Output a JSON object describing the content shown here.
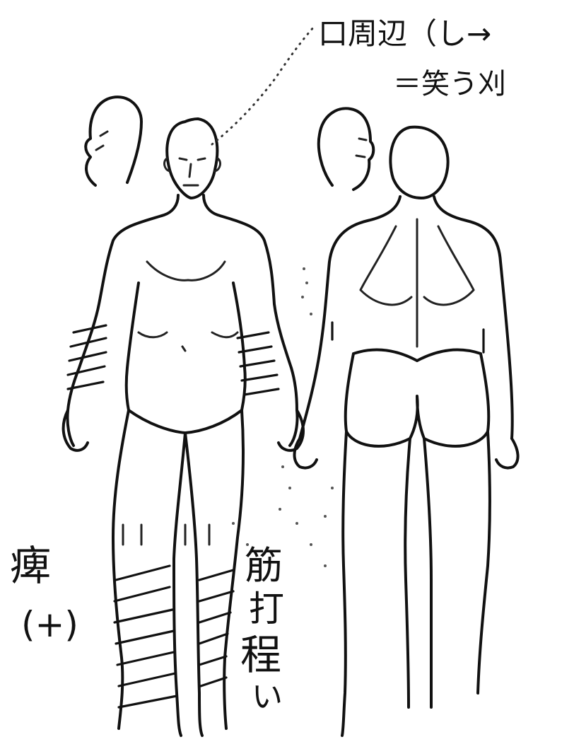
{
  "figure": {
    "annotations": {
      "perioral": "口周辺（し→",
      "perioral_line2": "＝笑う刈",
      "left_leg": "(+)",
      "left_leg_glyph": "痺",
      "right_note_line1": "筋",
      "right_note_line2": "打",
      "right_note_line3": "程",
      "right_note_line4": "い"
    },
    "views": [
      "front",
      "back"
    ],
    "marked_regions": [
      "forearms-hatched",
      "lower-legs-hatched",
      "perioral",
      "back-elbows"
    ]
  }
}
